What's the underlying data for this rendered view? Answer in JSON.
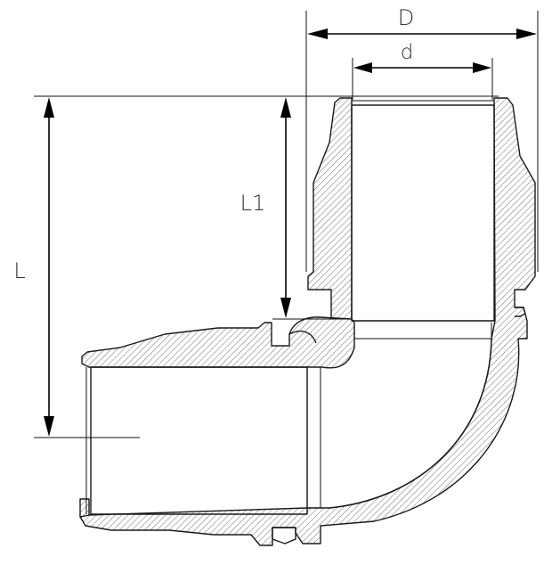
{
  "labels": {
    "D": "D",
    "d": "d",
    "L": "L",
    "L1": "L1"
  },
  "colors": {
    "hatch": "#7a7a7a",
    "outline": "#1a1a1a",
    "background": "#ffffff"
  }
}
